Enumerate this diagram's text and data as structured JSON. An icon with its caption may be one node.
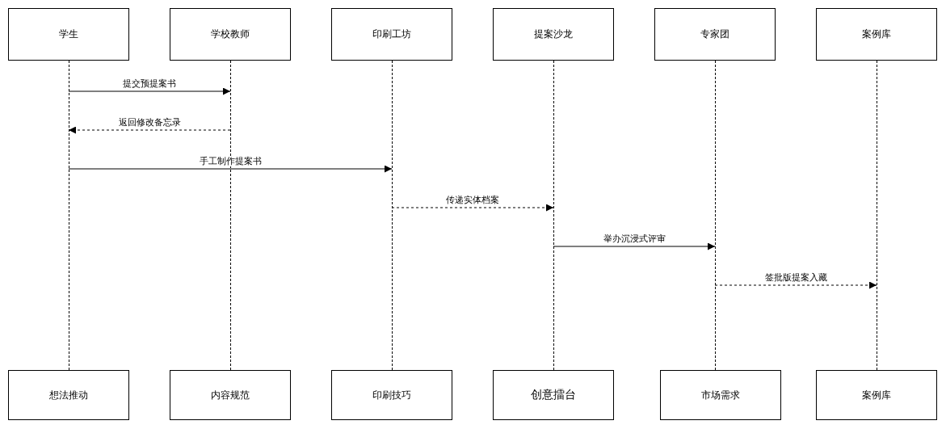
{
  "diagram": {
    "nodes": [
      {
        "text": [
          "学生"
        ]
      },
      {
        "text": [
          "学校教师"
        ]
      },
      {
        "text": [
          "印刷工坊"
        ]
      },
      {
        "text": [
          "提案沙龙"
        ]
      },
      {
        "text": [
          "专家团"
        ]
      },
      {
        "text": [
          "案例库"
        ]
      },
      {
        "text": [],
        "shape": "line"
      },
      {
        "text": [],
        "shape": "line"
      },
      {
        "text": [],
        "shape": "line"
      },
      {
        "text": [],
        "shape": "line"
      },
      {
        "text": [],
        "shape": "line"
      },
      {
        "text": [],
        "shape": "line"
      },
      {
        "text": [
          "想法推动"
        ]
      },
      {
        "text": [
          "内容规范"
        ]
      },
      {
        "text": [
          "印刷技巧"
        ]
      },
      {
        "text": [
          "创意擂台"
        ]
      },
      {
        "text": [
          "市场需求"
        ]
      },
      {
        "text": [
          "案例库"
        ]
      }
    ],
    "edges": [
      {
        "from": 6,
        "to": 7,
        "arrow": "to",
        "label": "提交预提案书"
      },
      {
        "from": 7,
        "to": 6,
        "arrow": "to",
        "label": "返回修改备忘录",
        "style": "dashed"
      },
      {
        "from": 6,
        "to": 8,
        "arrow": "to",
        "label": "手工制作提案书"
      },
      {
        "from": 8,
        "to": 9,
        "arrow": "to",
        "label": "传递实体档案",
        "style": "dashed"
      },
      {
        "from": 9,
        "to": 10,
        "arrow": "to",
        "label": "举办沉浸式评审"
      },
      {
        "from": 10,
        "to": 11,
        "arrow": "to",
        "label": "签批版提案入藏",
        "style": "dashed"
      }
    ]
  }
}
